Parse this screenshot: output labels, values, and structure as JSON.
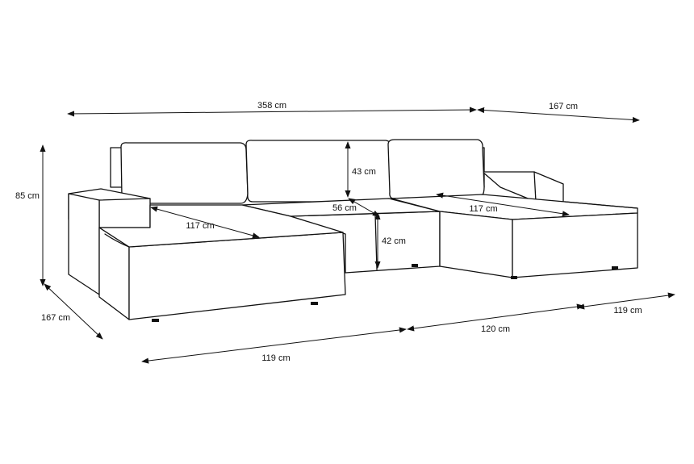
{
  "dimensions": {
    "total_width": "358 cm",
    "right_chaise_depth": "167 cm",
    "height": "85 cm",
    "left_chaise_depth": "167 cm",
    "left_section_width": "119 cm",
    "middle_section_width": "120 cm",
    "right_section_width": "119 cm",
    "back_cushion_height": "43 cm",
    "seat_height": "42 cm",
    "seat_depth": "56 cm",
    "left_chaise_length": "117 cm",
    "right_chaise_length": "117 cm"
  }
}
